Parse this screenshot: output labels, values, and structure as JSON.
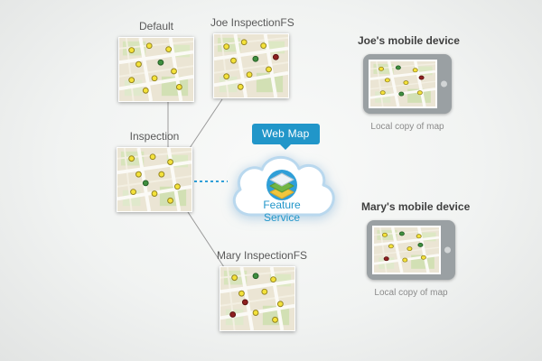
{
  "nodes": {
    "default_version": {
      "label": "Default"
    },
    "joe_version": {
      "label": "Joe InspectionFS"
    },
    "inspection_version": {
      "label": "Inspection"
    },
    "mary_version": {
      "label": "Mary InspectionFS"
    }
  },
  "web_map": {
    "label": "Web Map",
    "color": "#2196c9"
  },
  "feature_service": {
    "label": "Feature Service",
    "color": "#2196c9"
  },
  "devices": {
    "joe": {
      "title": "Joe's mobile device",
      "caption": "Local copy of map"
    },
    "mary": {
      "title": "Mary's mobile device",
      "caption": "Local copy of map"
    }
  }
}
